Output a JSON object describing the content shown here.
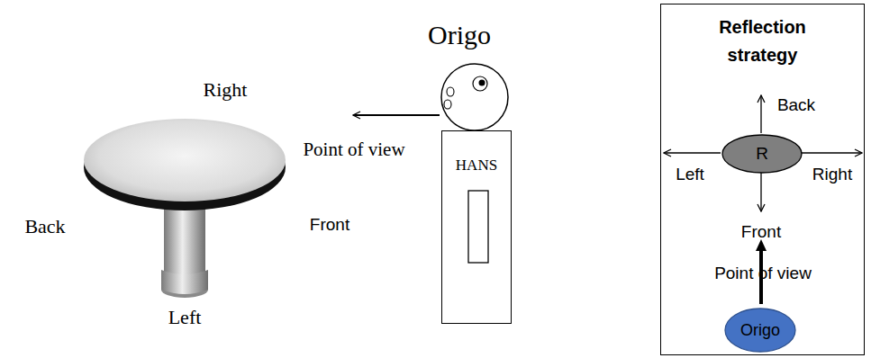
{
  "diagram": {
    "nodes": [
      {
        "text": [
          "HANS"
        ]
      },
      {
        "text": [
          "Reflection strategy"
        ]
      },
      {
        "text": [
          "R"
        ],
        "in": 1
      },
      {
        "text": [
          "Origo"
        ],
        "in": 1
      }
    ],
    "labels": [
      "Right",
      "Back",
      "Front",
      "Left",
      "Origo",
      "Point of view",
      "Back",
      "Left",
      "Right",
      "Front",
      "Point of view"
    ]
  }
}
